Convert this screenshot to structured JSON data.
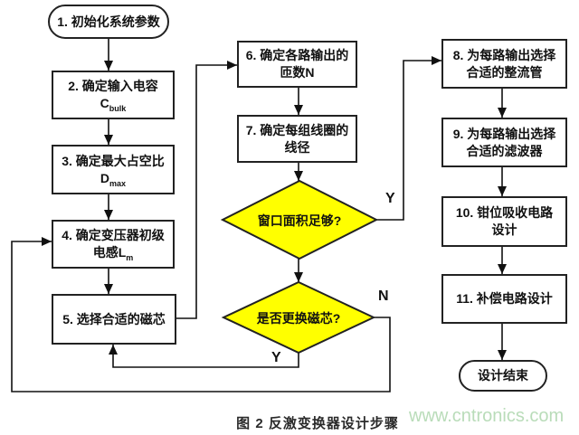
{
  "caption": "图 2 反激变换器设计步骤",
  "watermark": "www.cntronics.com",
  "colors": {
    "diamond_fill": "#ffff00",
    "line": "#111111",
    "box_border": "#222222",
    "watermark_text": "#b9dcb9"
  },
  "flowchart": {
    "nodes": {
      "n1": {
        "label": "1. 初始化系统参数"
      },
      "n2": {
        "line1": "2. 确定输入电容",
        "symbol": "C",
        "subscript": "bulk"
      },
      "n3": {
        "line1": "3. 确定最大占空比",
        "symbol": "D",
        "subscript": "max"
      },
      "n4": {
        "line1": "4. 确定变压器初级",
        "symbol": "电感L",
        "subscript": "m"
      },
      "n5": {
        "label": "5. 选择合适的磁芯"
      },
      "n6": {
        "line1": "6. 确定各路输出的",
        "line2": "匝数N"
      },
      "n7": {
        "line1": "7. 确定每组线圈的",
        "line2": "线径"
      },
      "d1": {
        "label": "窗口面积足够?"
      },
      "d2": {
        "label": "是否更换磁芯?"
      },
      "n8": {
        "line1": "8. 为每路输出选择",
        "line2": "合适的整流管"
      },
      "n9": {
        "line1": "9. 为每路输出选择",
        "line2": "合适的滤波器"
      },
      "n10": {
        "line1": "10. 钳位吸收电路",
        "line2": "设计"
      },
      "n11": {
        "label": "11. 补偿电路设计"
      },
      "end": {
        "label": "设计结束"
      }
    },
    "branch_labels": {
      "d1_yes": "Y",
      "d2_no": "N",
      "d2_yes": "Y"
    }
  }
}
